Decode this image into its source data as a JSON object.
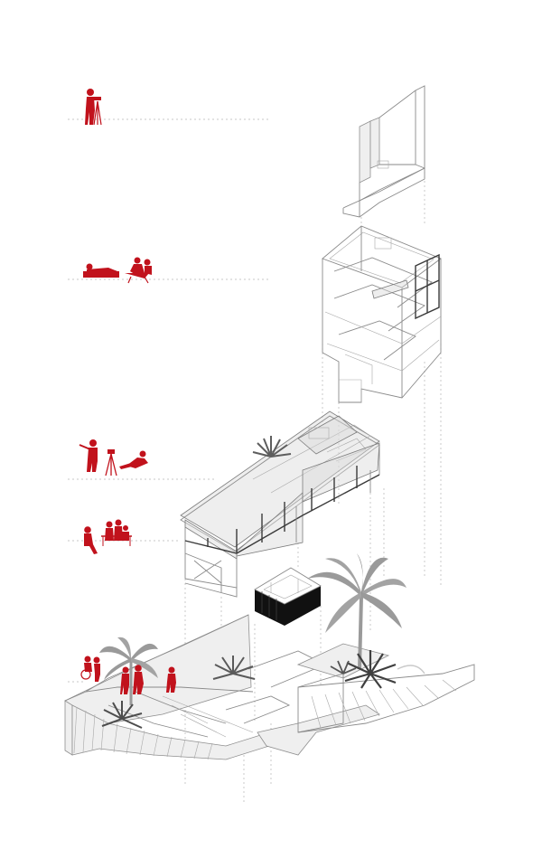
{
  "colors": {
    "figure_red": "#c1121c",
    "line_gray": "#8a8a8a",
    "dash_gray": "#b5b5b5",
    "tree_gray": "#9a9a9a",
    "dark_block": "#111111",
    "background": "#ffffff"
  },
  "levels": [
    {
      "name": "level-top",
      "figures": [
        "photographer"
      ]
    },
    {
      "name": "level-upper",
      "figures": [
        "lounging-person",
        "seated-people"
      ]
    },
    {
      "name": "level-roof",
      "figures": [
        "pointing-person",
        "tripod-camera",
        "reclining-person"
      ]
    },
    {
      "name": "level-first",
      "figures": [
        "seated-woman",
        "table-group"
      ]
    },
    {
      "name": "level-ground",
      "figures": [
        "wheelchair-person",
        "standing-group",
        "child"
      ]
    }
  ]
}
